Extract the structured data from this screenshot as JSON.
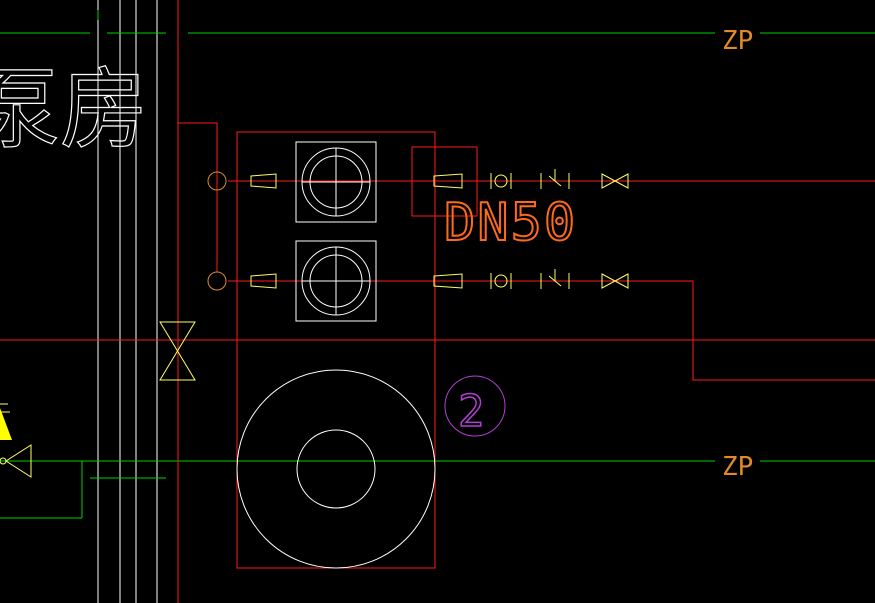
{
  "drawing": {
    "background": "#000000",
    "colors": {
      "water_pipe": "#ff1a1a",
      "drain_pipe": "#00d000",
      "equipment": "#ffffff",
      "fitting": "#ffff66",
      "wall": "#ffffff",
      "tag_text": "#ff6a1a",
      "label_orange": "#e08a2a",
      "callout_circle": "#b040d0",
      "marker": "#ffff00"
    },
    "room_label_text": "泵房",
    "drain_labels": [
      "ZP",
      "ZP"
    ],
    "pipe_size_label": "DN50",
    "equipment_number": "2"
  }
}
